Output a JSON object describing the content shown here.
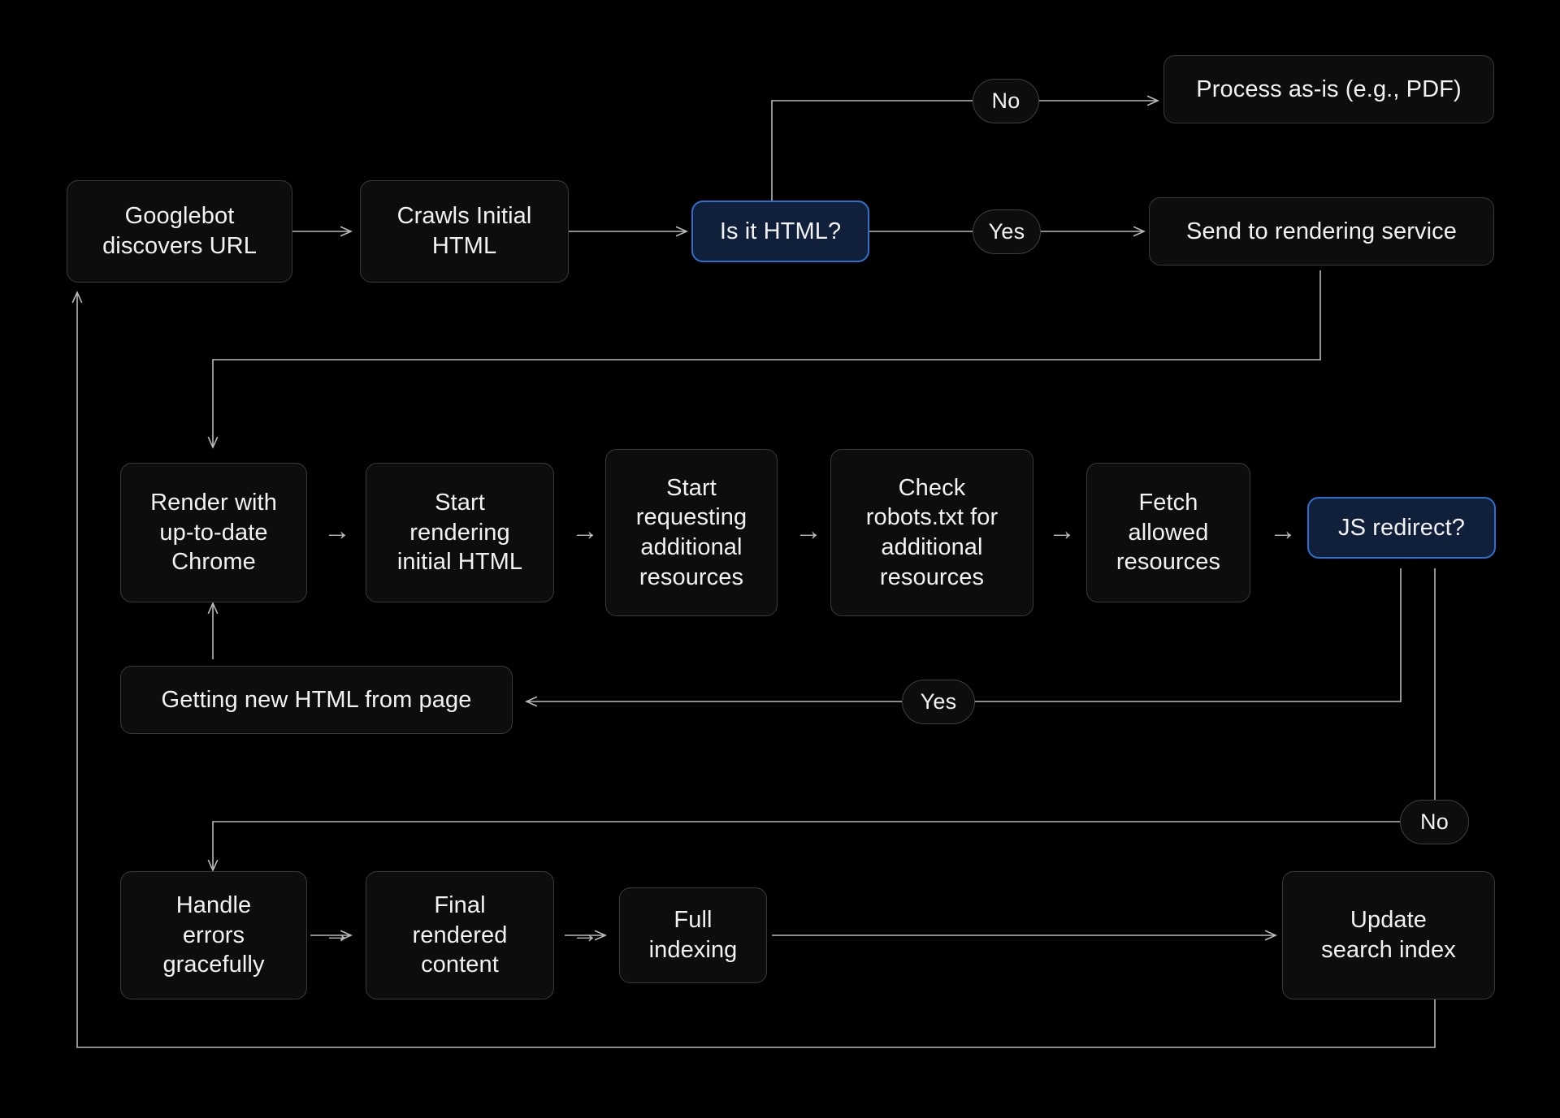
{
  "diagram": {
    "title": "Googlebot crawling and rendering flowchart",
    "background_color": "#000000",
    "node_fill": "#0d0d0d",
    "node_border": "#3a3a3a",
    "highlight_fill": "#11203a",
    "highlight_border": "#2f6fd0",
    "text_color": "#f2f2f2",
    "edge_color": "#b9b9b9"
  },
  "nodes": {
    "googlebot_discovers_url": "Googlebot\ndiscovers URL",
    "crawls_initial_html": "Crawls Initial\nHTML",
    "is_it_html": "Is it HTML?",
    "process_as_is": "Process as-is (e.g., PDF)",
    "send_to_rendering_service": "Send to rendering service",
    "render_with_chrome": "Render with\nup-to-date\nChrome",
    "start_rendering_initial_html": "Start\nrendering\ninitial HTML",
    "start_requesting_additional": "Start\nrequesting\nadditional\nresources",
    "check_robots_txt": "Check\nrobots.txt for\nadditional\nresources",
    "fetch_allowed_resources": "Fetch\nallowed\nresources",
    "js_redirect": "JS redirect?",
    "getting_new_html": "Getting new HTML from page",
    "handle_errors": "Handle\nerrors\ngracefully",
    "final_rendered_content": "Final\nrendered\ncontent",
    "full_indexing": "Full\nindexing",
    "update_search_index": "Update\nsearch index"
  },
  "edge_labels": {
    "html_no": "No",
    "html_yes": "Yes",
    "redirect_yes": "Yes",
    "redirect_no": "No"
  },
  "arrow_glyphs": {
    "right": "→"
  }
}
